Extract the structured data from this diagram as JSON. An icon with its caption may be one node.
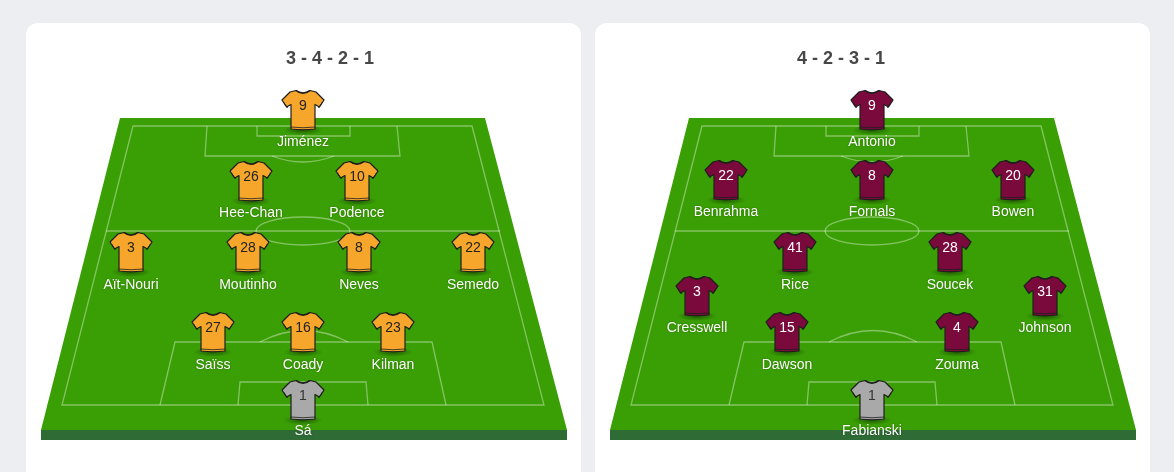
{
  "diagram": {
    "nodes": [
      {
        "text": [
          "3 - 4 - 2 - 1"
        ]
      },
      {
        "text": [
          "9"
        ],
        "beside": [
          "Jiménez"
        ],
        "in": 0
      },
      {
        "text": [
          "26"
        ],
        "beside": [
          "Hee-Chan"
        ],
        "in": 0
      },
      {
        "text": [
          "10"
        ],
        "beside": [
          "Podence"
        ],
        "in": 0
      },
      {
        "text": [
          "3"
        ],
        "beside": [
          "Aït-Nouri"
        ],
        "in": 0
      },
      {
        "text": [
          "28"
        ],
        "beside": [
          "Moutinho"
        ],
        "in": 0
      },
      {
        "text": [
          "8"
        ],
        "beside": [
          "Neves"
        ],
        "in": 0
      },
      {
        "text": [
          "22"
        ],
        "beside": [
          "Semedo"
        ],
        "in": 0
      },
      {
        "text": [
          "27"
        ],
        "beside": [
          "Saïss"
        ],
        "in": 0
      },
      {
        "text": [
          "16"
        ],
        "beside": [
          "Coady"
        ],
        "in": 0
      },
      {
        "text": [
          "23"
        ],
        "beside": [
          "Kilman"
        ],
        "in": 0
      },
      {
        "text": [
          "1"
        ],
        "beside": [
          "Sá"
        ],
        "in": 0
      },
      {
        "text": [
          "4 - 2 - 3 - 1"
        ]
      },
      {
        "text": [
          "9"
        ],
        "beside": [
          "Antonio"
        ],
        "in": 12
      },
      {
        "text": [
          "22"
        ],
        "beside": [
          "Benrahma"
        ],
        "in": 12
      },
      {
        "text": [
          "8"
        ],
        "beside": [
          "Fornals"
        ],
        "in": 12
      },
      {
        "text": [
          "20"
        ],
        "beside": [
          "Bowen"
        ],
        "in": 12
      },
      {
        "text": [
          "41"
        ],
        "beside": [
          "Rice"
        ],
        "in": 12
      },
      {
        "text": [
          "28"
        ],
        "beside": [
          "Soucek"
        ],
        "in": 12
      },
      {
        "text": [
          "3"
        ],
        "beside": [
          "Cresswell"
        ],
        "in": 12
      },
      {
        "text": [
          "31"
        ],
        "beside": [
          "Johnson"
        ],
        "in": 12
      },
      {
        "text": [
          "15"
        ],
        "beside": [
          "Dawson"
        ],
        "in": 12
      },
      {
        "text": [
          "4"
        ],
        "beside": [
          "Zouma"
        ],
        "in": 12
      },
      {
        "text": [
          "1"
        ],
        "beside": [
          "Fabianski"
        ],
        "in": 12
      }
    ]
  }
}
